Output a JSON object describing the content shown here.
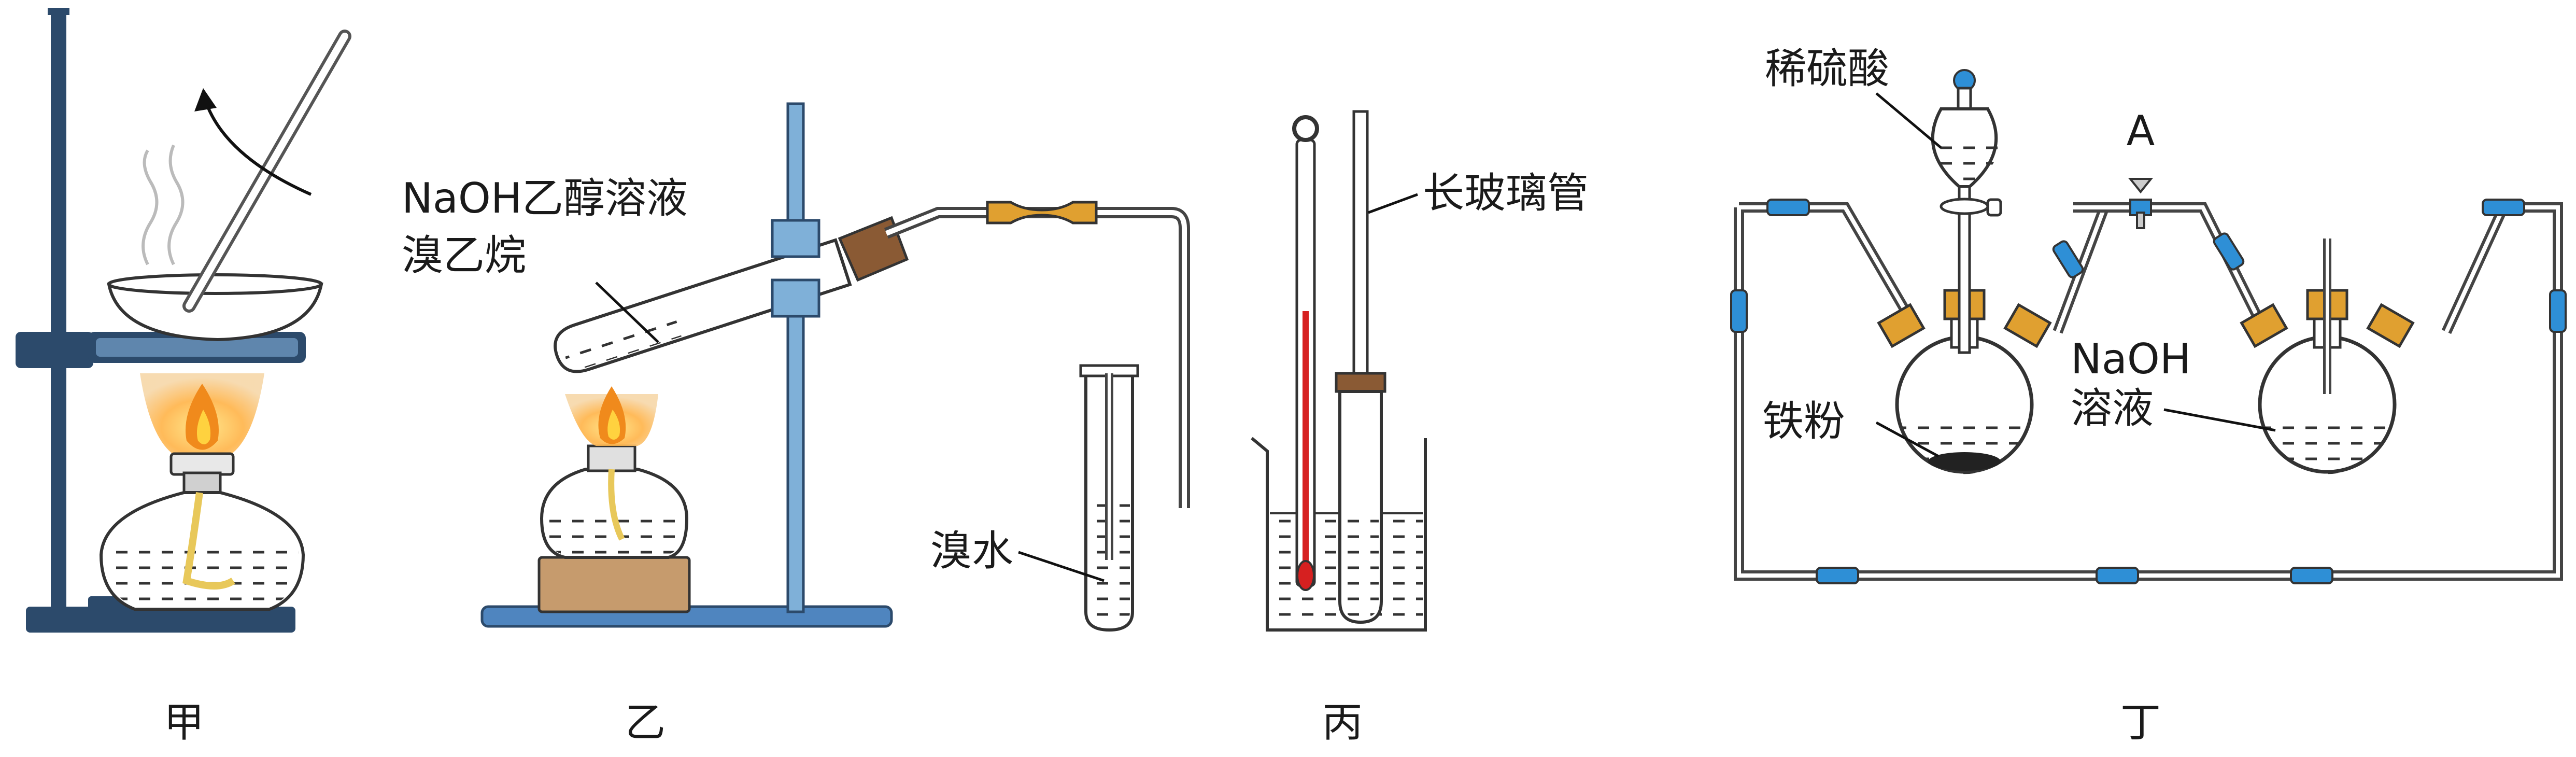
{
  "panels": {
    "jia": {
      "caption": "甲"
    },
    "yi": {
      "caption": "乙",
      "label_naoh_ethanol": "NaOH乙醇溶液",
      "label_bromoethane": "溴乙烷",
      "label_bromine_water": "溴水"
    },
    "bing": {
      "caption": "丙",
      "label_long_glass_tube": "长玻璃管"
    },
    "ding": {
      "caption": "丁",
      "label_dilute_sulfuric_acid": "稀硫酸",
      "label_valve_a": "A",
      "label_iron_powder": "铁粉",
      "label_naoh_solution_line1": "NaOH",
      "label_naoh_solution_line2": "溶液"
    }
  },
  "colors": {
    "stand_blue": "#2c4a6b",
    "clamp_blue": "#7fb0d8",
    "flame_orange": "#f08a1c",
    "flame_yellow": "#ffd23f",
    "wood_base": "#c69b6d",
    "cork_brown": "#8a5a34",
    "connector_orange": "#e0a030",
    "tube_joint_blue": "#2e8fd6",
    "thermo_red": "#d62020",
    "liquid_line": "#333333"
  }
}
